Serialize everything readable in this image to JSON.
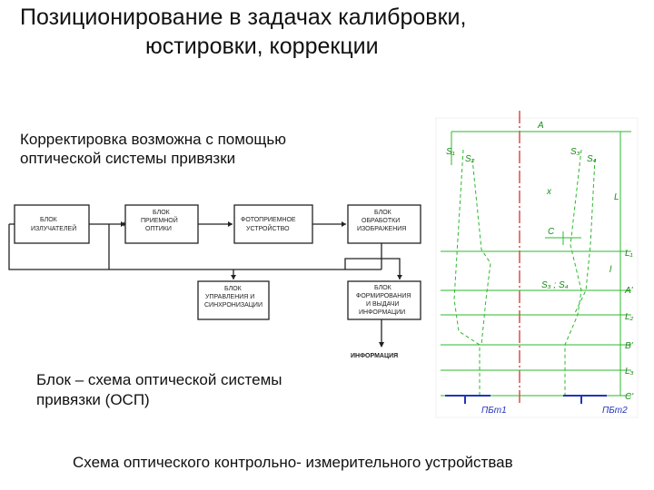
{
  "title": {
    "line1": "Позиционирование  в задачах калибровки,",
    "line2": "юстировки, коррекции"
  },
  "intro": {
    "line1": "Корректировка возможна с помощью",
    "line2": "оптической системы привязки"
  },
  "block_caption": {
    "line1": "Блок – схема оптической системы",
    "line2": "привязки (ОСП)"
  },
  "bottom_caption": "Схема оптического контрольно- измерительного устройствав",
  "blocks": {
    "emitters": [
      "БЛОК",
      "ИЗЛУЧАТЕЛЕЙ"
    ],
    "receiving_optics": [
      "БЛОК",
      "ПРИЕМНОЙ",
      "ОПТИКИ"
    ],
    "photodetector": [
      "ФОТОПРИЕМНОЕ",
      "УСТРОЙСТВО"
    ],
    "image_processing": [
      "БЛОК",
      "ОБРАБОТКИ",
      "ИЗОБРАЖЕНИЯ"
    ],
    "control_sync": [
      "БЛОК",
      "УПРАВЛЕНИЯ И",
      "СИНХРОНИЗАЦИИ"
    ],
    "output_formation": [
      "БЛОК",
      "ФОРМИРОВАНИЯ",
      "И ВЫДАЧИ",
      "ИНФОРМАЦИИ"
    ],
    "information": "ИНФОРМАЦИЯ"
  },
  "device_labels": {
    "A": "A",
    "S1": "S₁",
    "S2": "S₂",
    "S3": "S₃",
    "S4": "S₄",
    "L": "L",
    "C": "C",
    "L1": "L₁",
    "A_prime": "A'",
    "S3S4": "S₃ ; S₄",
    "L2": "L₂",
    "B_prime": "B'",
    "L3": "L₃",
    "C_prime": "C'",
    "tbm1": "ПБm1",
    "tbm2": "ПБm2",
    "x_label": "x",
    "l_label": "l"
  },
  "colors": {
    "text": "#111111",
    "block_line": "#222222",
    "dim_line": "#2db82d",
    "axis_line": "#d42020",
    "support": "#2233bb"
  }
}
